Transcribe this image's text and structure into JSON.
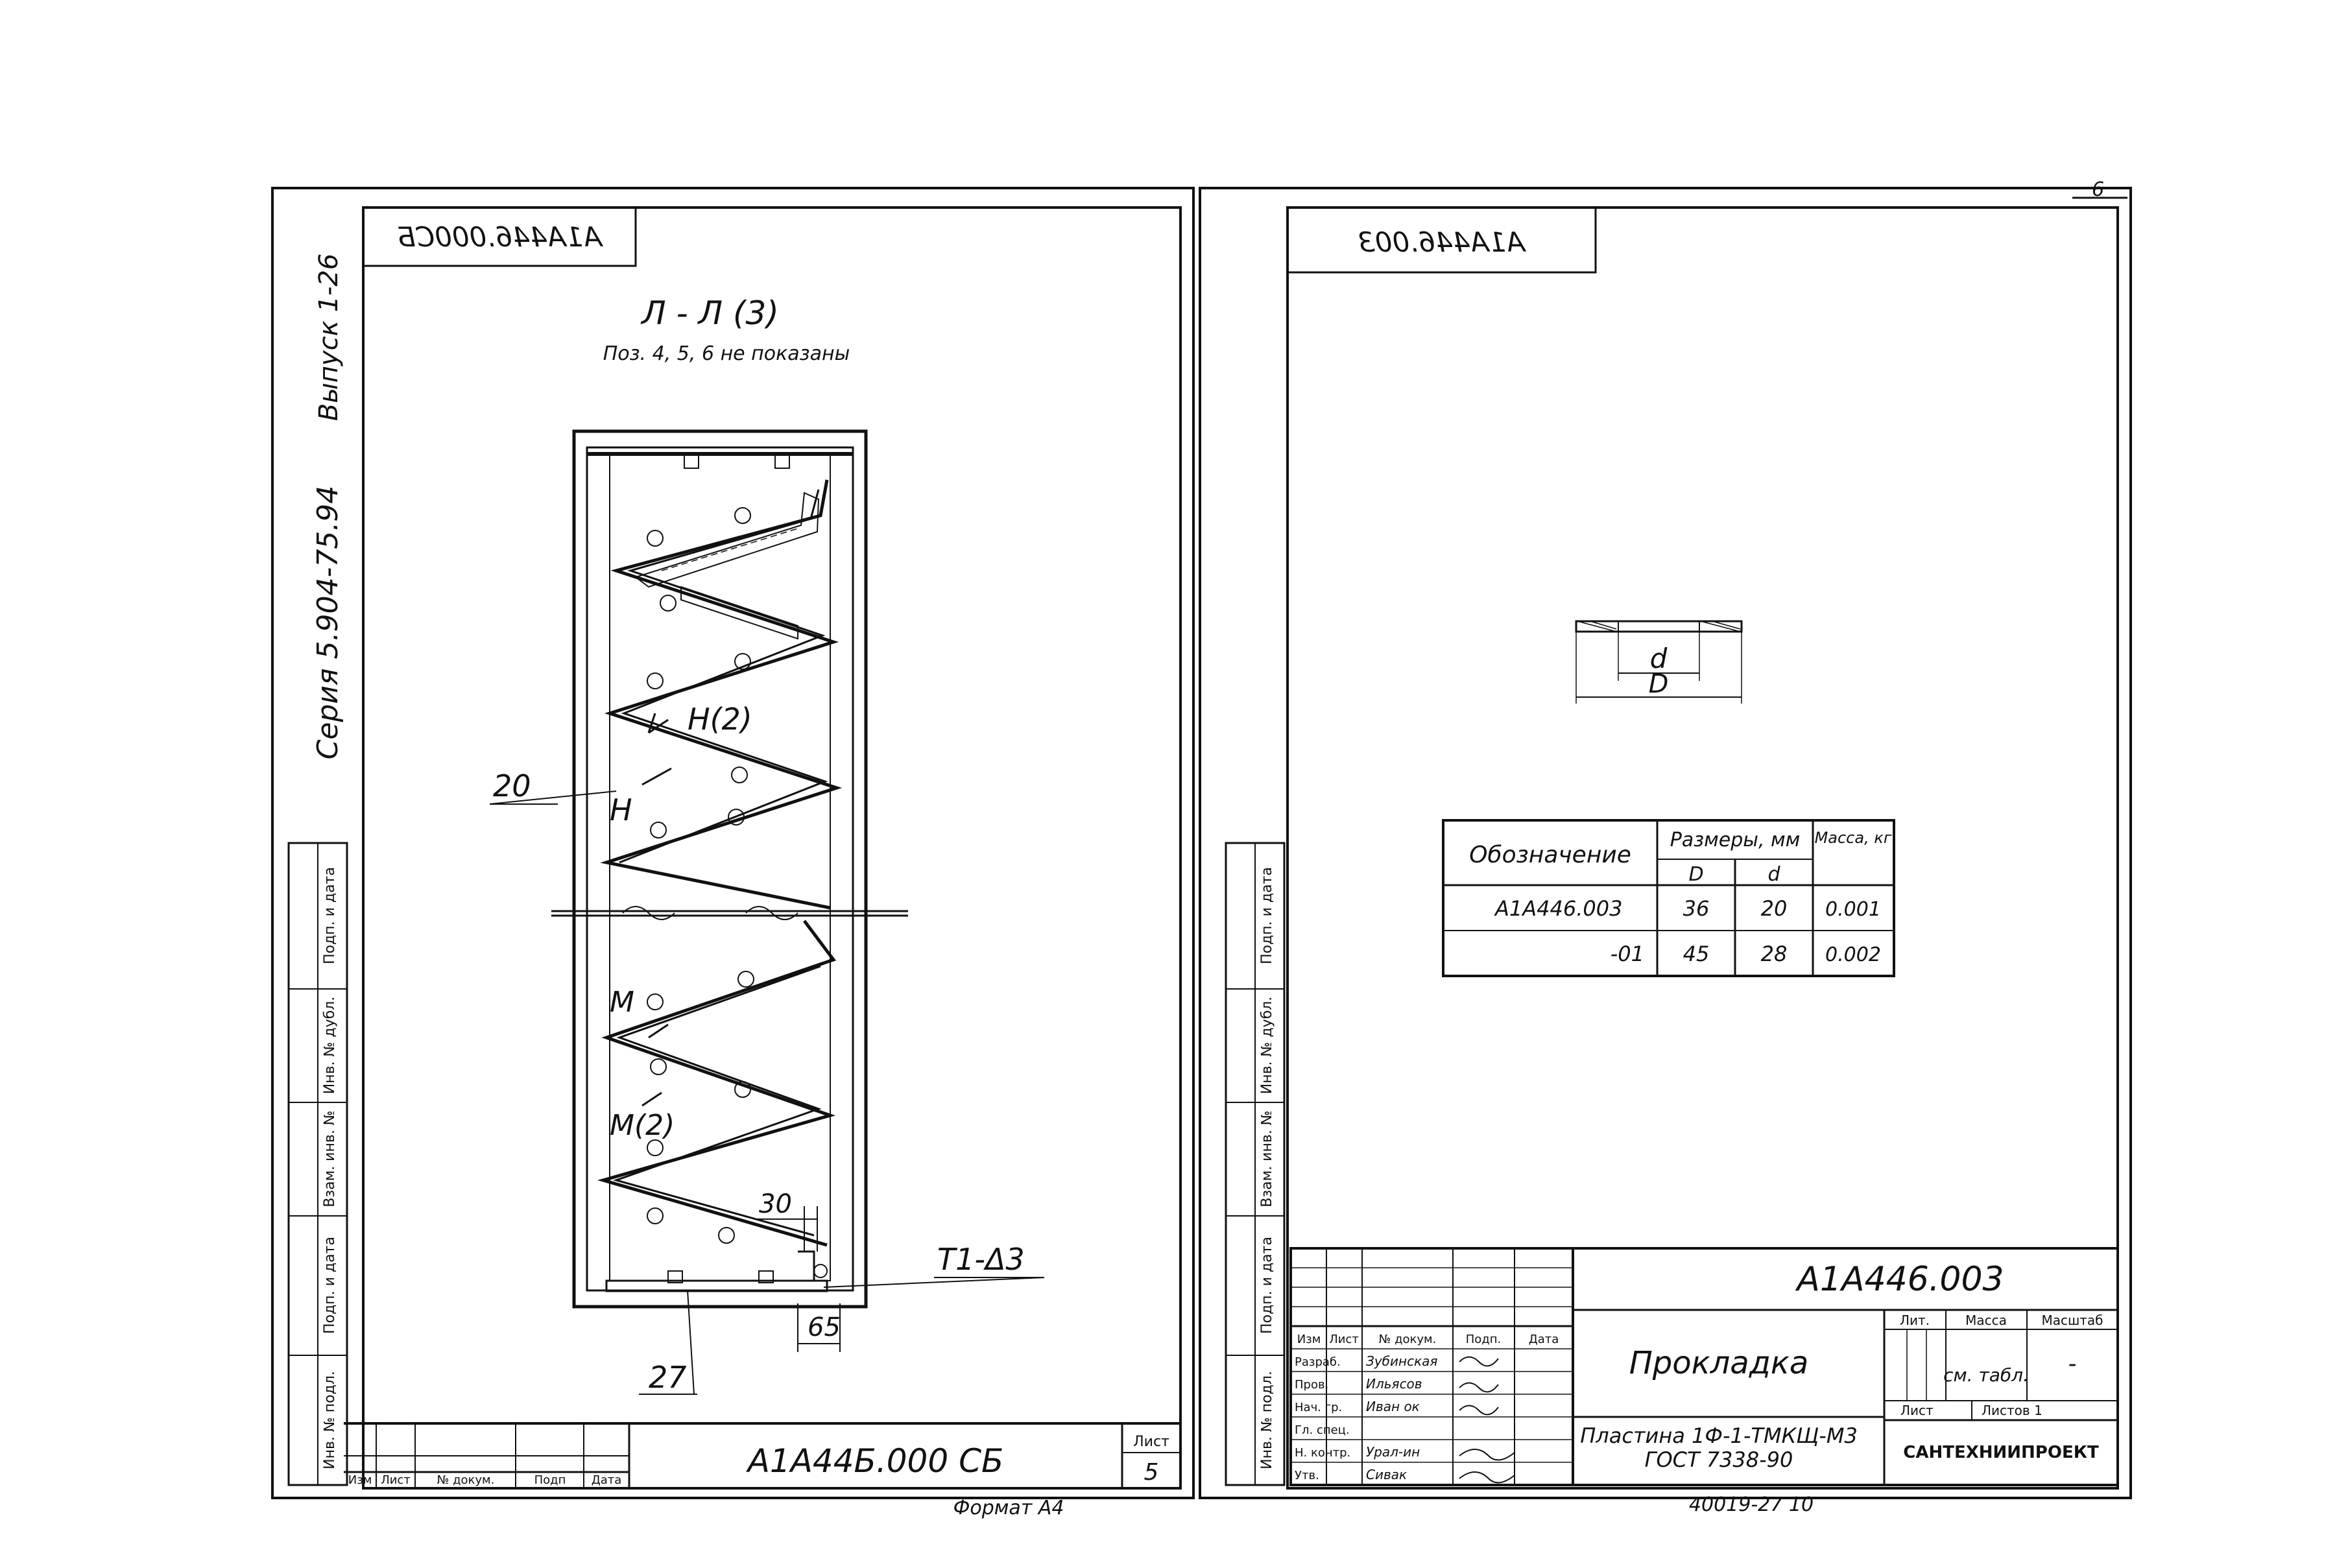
{
  "left_sheet": {
    "stamp_code_mirrored": "А1А446.000СБ",
    "view_title": "Л - Л (3)",
    "view_note": "Поз. 4, 5, 6 не показаны",
    "margin_series": "Серия 5.904-75.94",
    "margin_issue": "Выпуск 1-26",
    "callouts": {
      "c20": "20",
      "c27": "27",
      "c30": "30",
      "c65": "65",
      "weld": "Т1-Δ3",
      "h_mark": "Н(2)",
      "h": "Н",
      "m": "М",
      "m2": "М(2)"
    },
    "side_strip": [
      "Подп. и дата",
      "Инв. № дубл.",
      "Взам. инв. №",
      "Подп. и дата",
      "Инв. № подл."
    ],
    "title_block": {
      "code": "А1А44Б.000 СБ",
      "sheet_label": "Лист",
      "sheet_number": "5",
      "header_cells": [
        "Изм",
        "Лист",
        "№ докум.",
        "Подп",
        "Дата"
      ]
    },
    "format": "Формат А4"
  },
  "right_sheet": {
    "corner_number": "6",
    "stamp_code_mirrored": "А1А446.003",
    "dimension_labels": {
      "inner": "d",
      "outer": "D"
    },
    "table": {
      "header_designation": "Обозначение",
      "header_dims": "Размеры, мм",
      "header_mass": "Масса, кг",
      "sub_D": "D",
      "sub_d": "d",
      "rows": [
        {
          "designation": "А1А446.003",
          "D": "36",
          "d": "20",
          "mass": "0.001"
        },
        {
          "designation": "-01",
          "D": "45",
          "d": "28",
          "mass": "0.002"
        }
      ]
    },
    "side_strip": [
      "Подп. и дата",
      "Инв. № дубл.",
      "Взам. инв. №",
      "Подп. и дата",
      "Инв. № подл."
    ],
    "title_block": {
      "code": "А1А446.003",
      "name": "Прокладка",
      "material_line1": "Пластина 1Ф-1-ТМКЩ-М3",
      "material_line2": "ГОСТ 7338-90",
      "org": "САНТЕХНИИПРОЕКТ",
      "lit_label": "Лит.",
      "mass_label": "Масса",
      "scale_label": "Масштаб",
      "mass_value": "см. табл.",
      "scale_value": "-",
      "sheet_label": "Лист",
      "sheets_label": "Листов 1",
      "header_cells": [
        "Изм",
        "Лист",
        "№ докум.",
        "Подп.",
        "Дата"
      ],
      "roles": [
        {
          "role": "Разраб.",
          "name": "Зубинская"
        },
        {
          "role": "Пров.",
          "name": "Ильясов"
        },
        {
          "role": "Нач. гр.",
          "name": "Иван ок"
        },
        {
          "role": "Гл. спец.",
          "name": ""
        },
        {
          "role": "Н. контр.",
          "name": "Урал-ин"
        },
        {
          "role": "Утв.",
          "name": "Сивак"
        }
      ]
    },
    "footer": "40019-27  10"
  }
}
